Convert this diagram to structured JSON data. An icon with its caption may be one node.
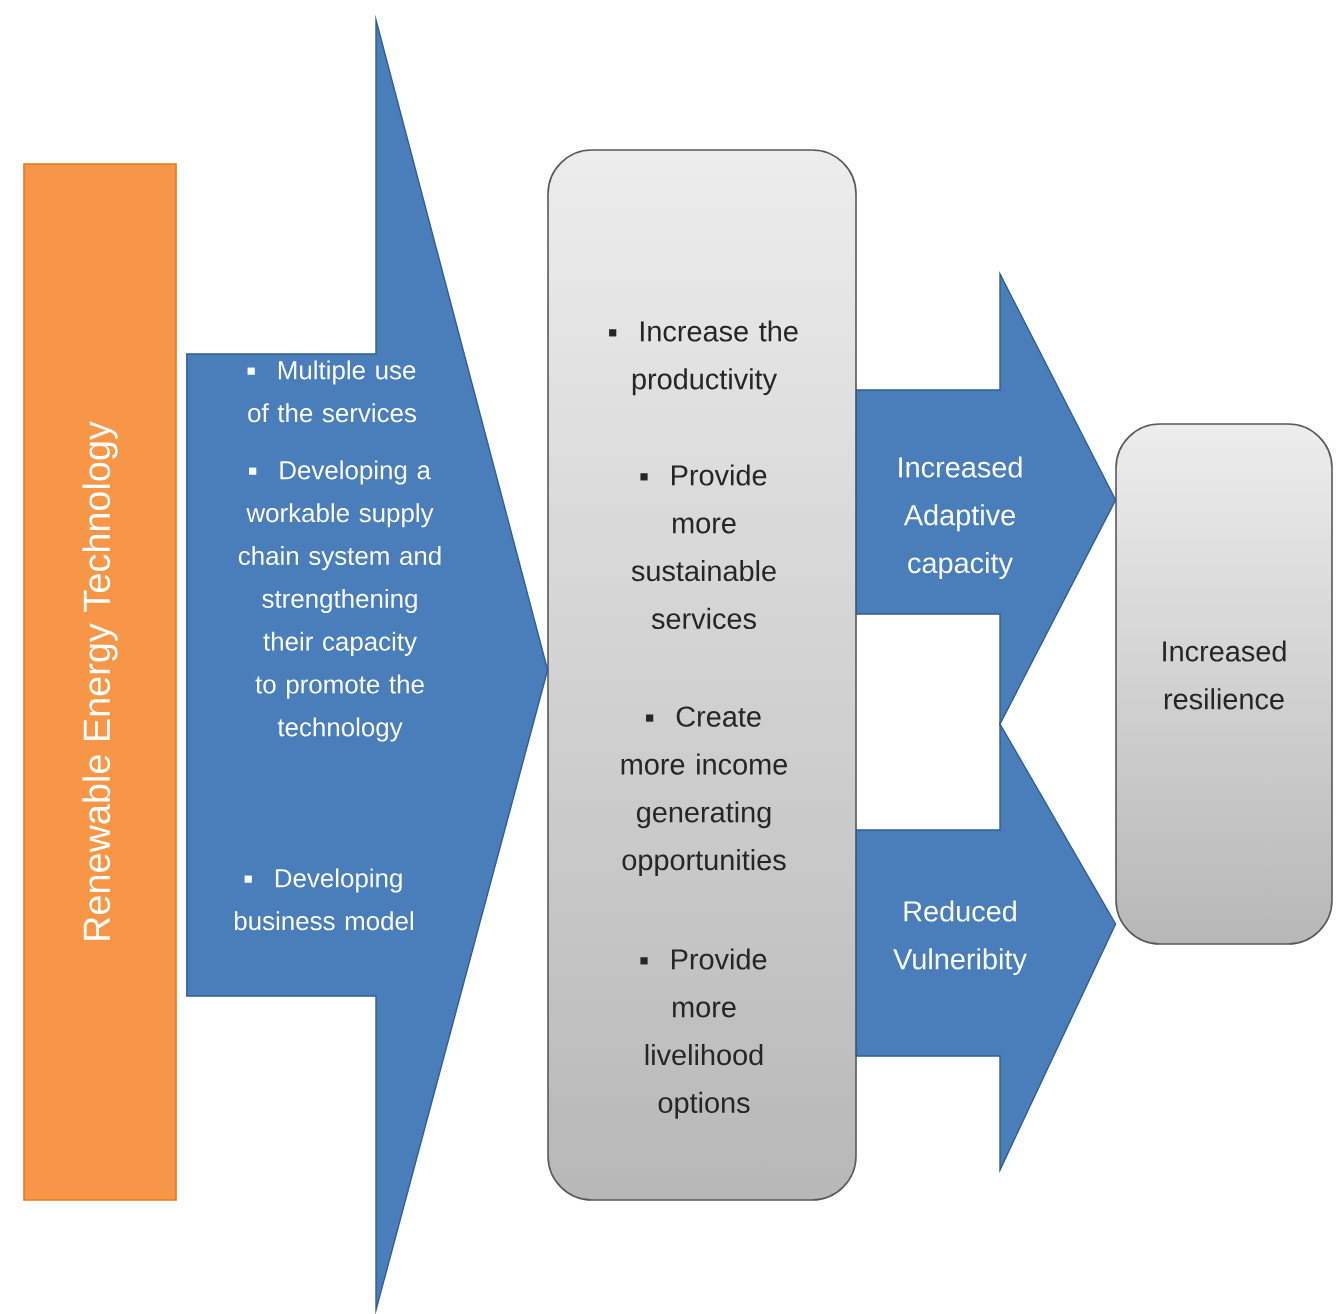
{
  "diagram": {
    "nodes": [
      {
        "text": [
          "Renewable Energy Technology"
        ]
      },
      {
        "text": [
          "Increase the productivity",
          "Provide more sustainable services",
          "Create more income generating opportunities",
          "Provide more livelihood options"
        ]
      },
      {
        "text": [
          "Increased resilience"
        ]
      }
    ],
    "edges": [
      {
        "from": 0,
        "to": 1,
        "arrow": "to"
      },
      {
        "from": 1,
        "to": 2,
        "arrow": "to",
        "label": "Increased Adaptive capacity"
      },
      {
        "from": 1,
        "to": 2,
        "arrow": "to",
        "label": "Reduced Vulneribity"
      }
    ],
    "labels": [
      "Multiple use of the services",
      "Developing a workable supply chain system and strengthening their capacity to promote the technology",
      "Developing business model"
    ]
  }
}
